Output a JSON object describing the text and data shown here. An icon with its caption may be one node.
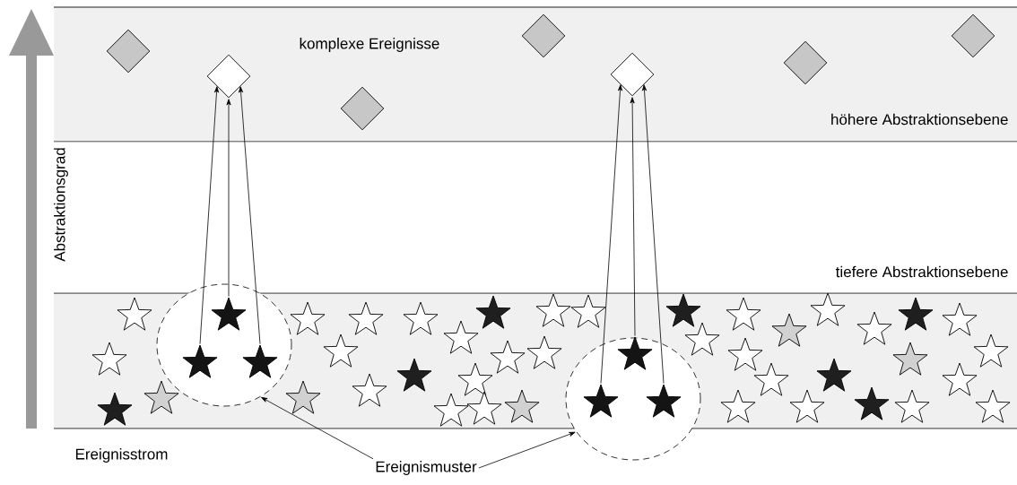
{
  "diagram": {
    "nodes": [
      {
        "text": [
          "komplexe Ereignisse",
          "höhere Abstraktionsebene"
        ]
      },
      {
        "text": [],
        "shape": "diamond",
        "in": 0
      },
      {
        "text": [],
        "shape": "diamond",
        "in": 0
      },
      {
        "text": [],
        "shape": "diamond",
        "in": 0
      },
      {
        "text": [],
        "shape": "diamond",
        "in": 0
      },
      {
        "text": [],
        "shape": "diamond",
        "in": 0
      },
      {
        "text": [],
        "shape": "diamond",
        "in": 0
      },
      {
        "text": [],
        "shape": "diamond",
        "in": 0
      },
      {
        "text": [],
        "shape": "circle"
      },
      {
        "text": [],
        "shape": "star",
        "in": 8
      },
      {
        "text": [],
        "shape": "star",
        "in": 8
      },
      {
        "text": [],
        "shape": "star",
        "in": 8
      },
      {
        "text": [],
        "shape": "circle"
      },
      {
        "text": [],
        "shape": "star",
        "in": 12
      },
      {
        "text": [],
        "shape": "star",
        "in": 12
      },
      {
        "text": [],
        "shape": "star",
        "in": 12
      },
      {
        "text": [
          "Ereignismuster"
        ]
      }
    ],
    "edges": [
      {
        "from": 9,
        "to": 2,
        "arrow": "to"
      },
      {
        "from": 10,
        "to": 2,
        "arrow": "to"
      },
      {
        "from": 11,
        "to": 2,
        "arrow": "to"
      },
      {
        "from": 13,
        "to": 5,
        "arrow": "to"
      },
      {
        "from": 14,
        "to": 5,
        "arrow": "to"
      },
      {
        "from": 15,
        "to": 5,
        "arrow": "to"
      },
      {
        "from": 16,
        "to": 8,
        "arrow": "to"
      },
      {
        "from": 16,
        "to": 12,
        "arrow": "to"
      }
    ],
    "labels": [
      "Abstraktionsgrad",
      "tiefere Abstraktionsebene",
      "Ereignisstrom"
    ]
  }
}
